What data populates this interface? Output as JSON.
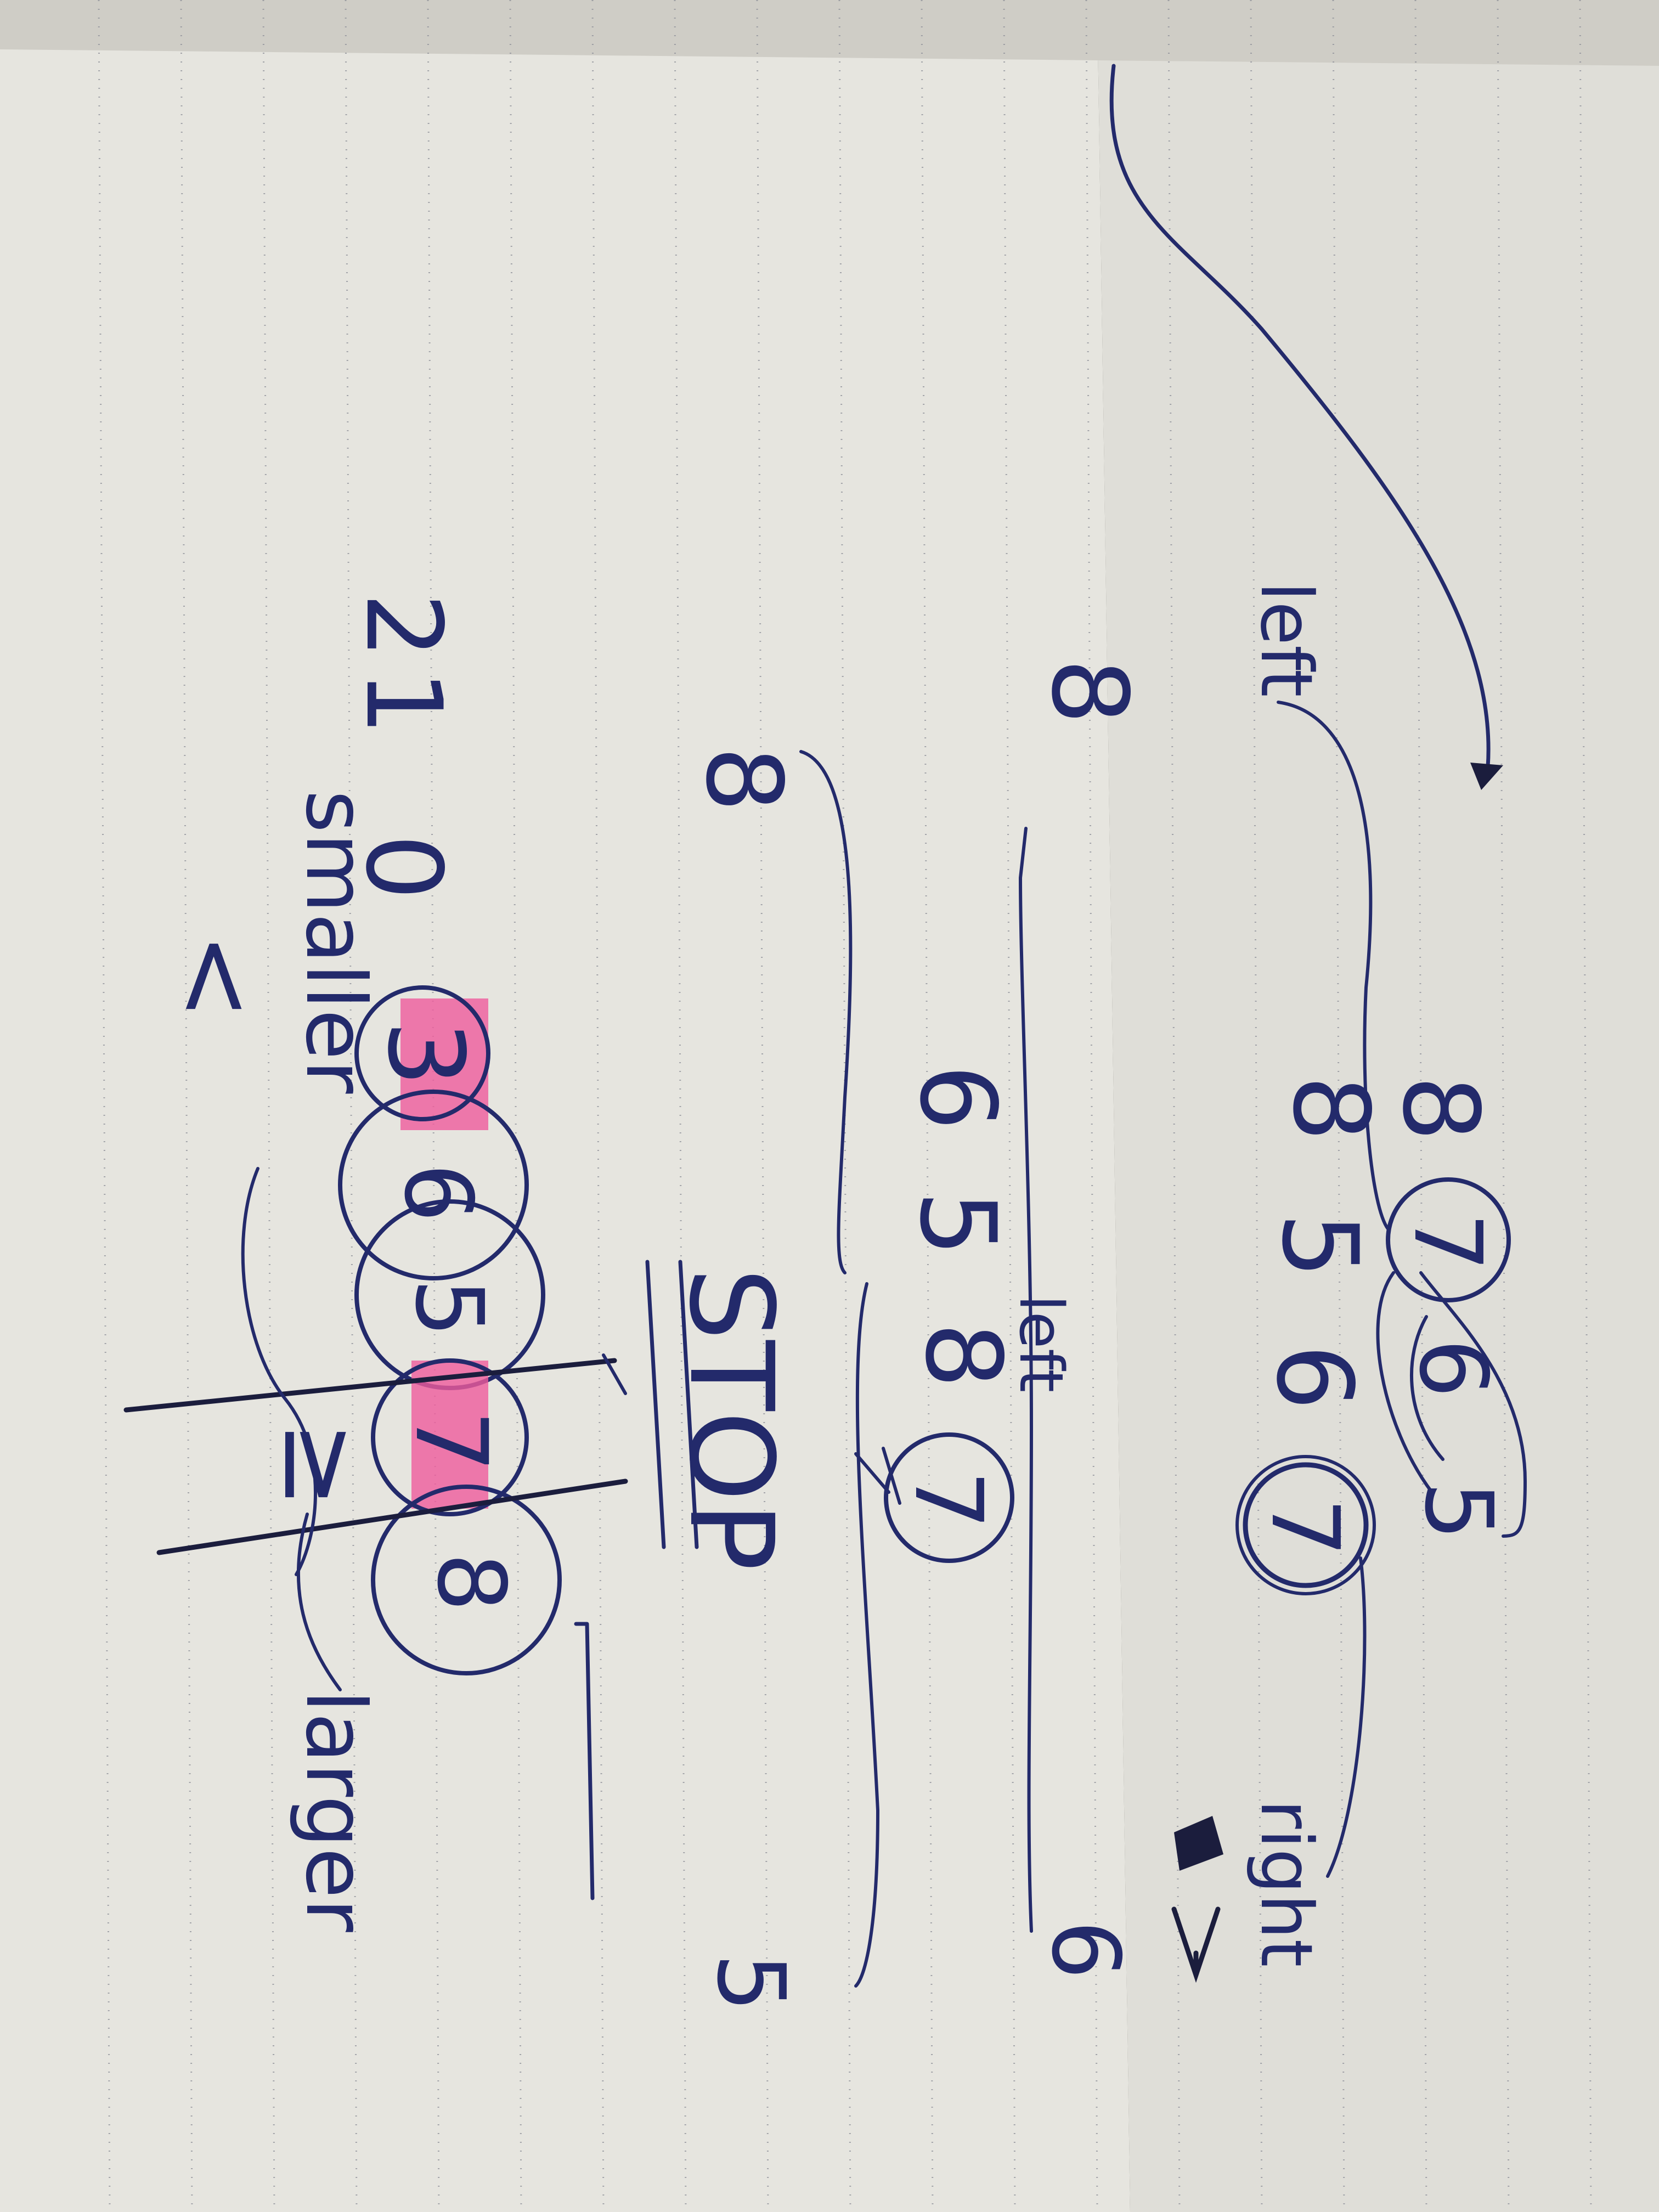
{
  "notebook": {
    "paper_color": "#e9e8e3",
    "ink_color": "#232a6b",
    "highlight_color": "#ef5b9c"
  },
  "row1": {
    "values": [
      "8",
      "8",
      "5",
      "6",
      "7"
    ],
    "circled": "7"
  },
  "row1_side": {
    "values": [
      "7",
      "6",
      "5"
    ]
  },
  "row2": {
    "values": [
      "8",
      "6",
      "5",
      "8",
      "7"
    ]
  },
  "row3": {
    "values": [
      "8",
      "5"
    ]
  },
  "row4": {
    "values": [
      "2",
      "1",
      "0",
      "3",
      "6",
      "5",
      "7",
      "8"
    ],
    "highlighted": [
      "3",
      "7"
    ]
  },
  "annotations": {
    "left_1": "left",
    "left_2": "left",
    "right_1": "right",
    "stop": "STOP",
    "smaller": "smaller",
    "larger": "larger",
    "lt_symbol": "<",
    "gt_symbol": ">",
    "gte_symbol": "≥"
  }
}
